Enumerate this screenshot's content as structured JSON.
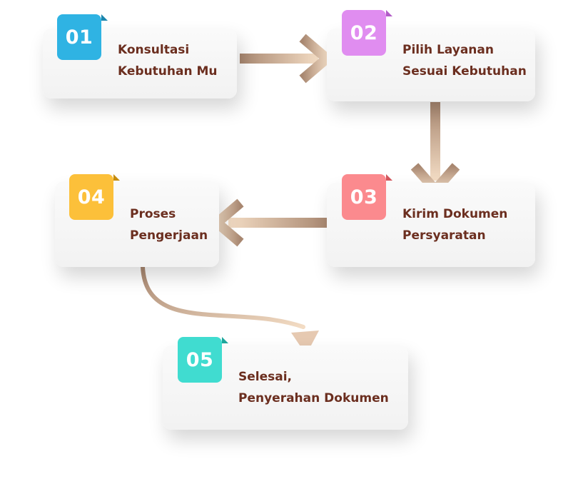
{
  "steps": [
    {
      "number": "01",
      "line1": "Konsultasi",
      "line2": "Kebutuhan Mu",
      "color": "#2fb3e3",
      "fold": "#1c86ad"
    },
    {
      "number": "02",
      "line1": "Pilih Layanan",
      "line2": "Sesuai Kebutuhan",
      "color": "#e08df0",
      "fold": "#b25cc7"
    },
    {
      "number": "03",
      "line1": "Kirim Dokumen",
      "line2": "Persyaratan",
      "color": "#fb8a8e",
      "fold": "#d2565c"
    },
    {
      "number": "04",
      "line1": "Proses",
      "line2": "Pengerjaan",
      "color": "#fcc03a",
      "fold": "#c58c0e"
    },
    {
      "number": "05",
      "line1": "Selesai,",
      "line2": "Penyerahan Dokumen",
      "color": "#40dcd0",
      "fold": "#1ea69b"
    }
  ],
  "colors": {
    "text": "#6b2e1f",
    "arrow_dark": "#a07e6a",
    "arrow_light": "#f2dcc6"
  }
}
